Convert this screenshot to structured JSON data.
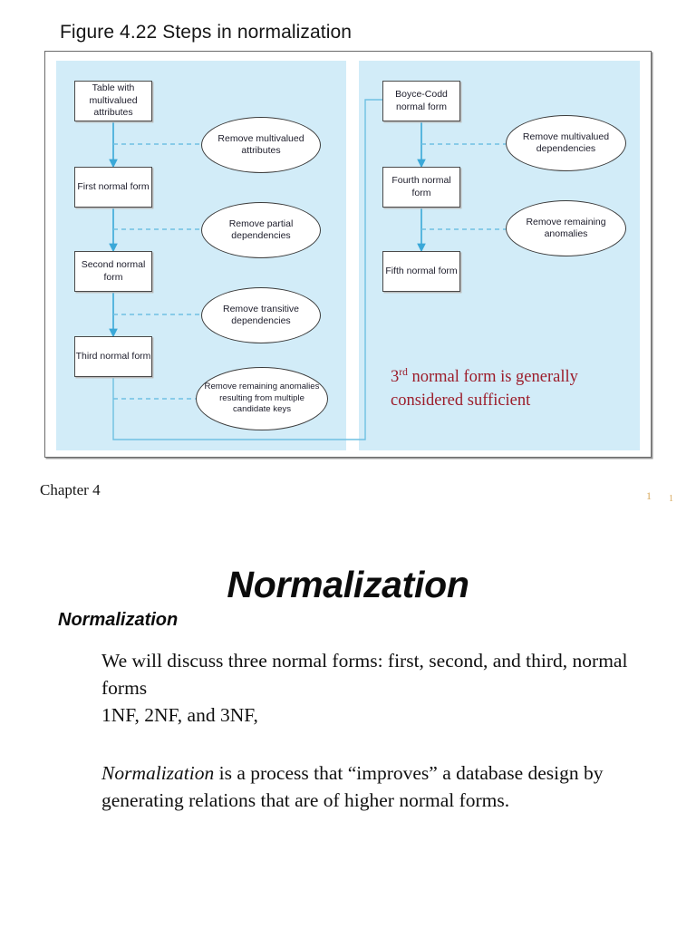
{
  "figure": {
    "title": "Figure 4.22 Steps in normalization",
    "panel_bg": "#d2ecf8",
    "arrow_color": "#3aa8d8",
    "left_column_boxes": [
      {
        "id": "table-multivalued",
        "label": "Table with multivalued attributes"
      },
      {
        "id": "first-normal-form",
        "label": "First normal form"
      },
      {
        "id": "second-normal-form",
        "label": "Second normal form"
      },
      {
        "id": "third-normal-form",
        "label": "Third normal form"
      }
    ],
    "left_column_ellipses": [
      {
        "id": "remove-multivalued-attributes",
        "label": "Remove multivalued attributes"
      },
      {
        "id": "remove-partial-dependencies",
        "label": "Remove partial dependencies"
      },
      {
        "id": "remove-transitive-dependencies",
        "label": "Remove transitive dependencies"
      },
      {
        "id": "remove-remaining-anomalies-candidate-keys",
        "label": "Remove remaining anomalies resulting from multiple candidate keys"
      }
    ],
    "right_column_boxes": [
      {
        "id": "boyce-codd-normal-form",
        "label": "Boyce-Codd normal form"
      },
      {
        "id": "fourth-normal-form",
        "label": "Fourth normal form"
      },
      {
        "id": "fifth-normal-form",
        "label": "Fifth normal form"
      }
    ],
    "right_column_ellipses": [
      {
        "id": "remove-multivalued-dependencies",
        "label": "Remove multivalued dependencies"
      },
      {
        "id": "remove-remaining-anomalies",
        "label": "Remove remaining anomalies"
      }
    ],
    "note": {
      "color": "#9c1d2b",
      "prefix": "3",
      "superscript": "rd",
      "rest": " normal form is generally considered sufficient"
    }
  },
  "footer": {
    "chapter": "Chapter 4",
    "page_number_primary": "1",
    "page_number_secondary": "1",
    "page_number_color": "#d8aa5e"
  },
  "slide": {
    "big_title": "Normalization",
    "sub_title": "Normalization",
    "paragraph_1": "We will discuss three normal forms: first, second, and third, normal forms\n1NF, 2NF, and 3NF,",
    "paragraph_2_lead": "Normalization",
    "paragraph_2_rest": " is a process that “improves” a database design by generating relations that are of higher normal forms."
  }
}
